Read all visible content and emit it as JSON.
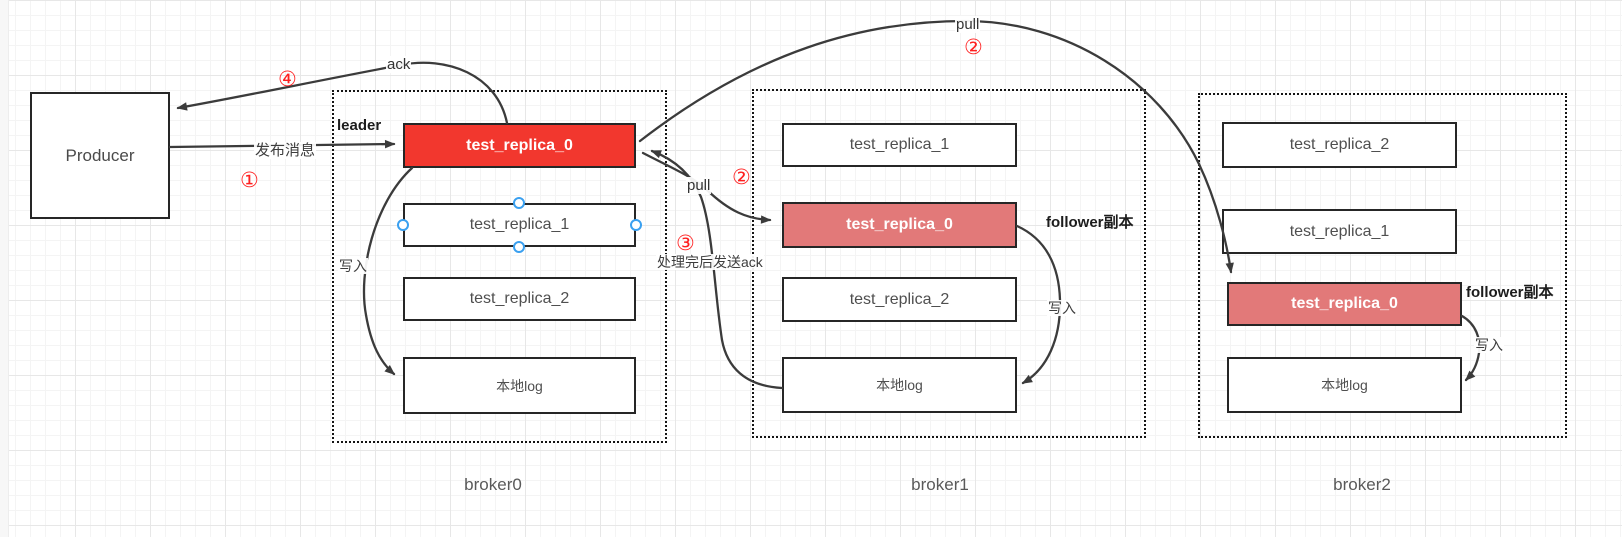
{
  "colors": {
    "leader_fill": "#f2372e",
    "follower_fill": "#e27979",
    "annotation_red": "#ff2020",
    "wire_stroke": "#3b3b3b"
  },
  "producer": {
    "label": "Producer"
  },
  "labels": {
    "leader": "leader",
    "follower_b1": "follower副本",
    "follower_b2": "follower副本",
    "publish": "发布消息",
    "ack": "ack",
    "pull_b1": "pull",
    "pull_b2": "pull",
    "process_ack": "处理完后发送ack",
    "write_b0": "写入",
    "write_b1": "写入",
    "write_b2": "写入",
    "step1": "①",
    "step2_b1": "②",
    "step2_b2": "②",
    "step3": "③",
    "step4": "④"
  },
  "brokers": [
    {
      "name": "broker0",
      "replicas": [
        "test_replica_0",
        "test_replica_1",
        "test_replica_2"
      ],
      "log": "本地log"
    },
    {
      "name": "broker1",
      "replicas": [
        "test_replica_1",
        "test_replica_0",
        "test_replica_2"
      ],
      "log": "本地log"
    },
    {
      "name": "broker2",
      "replicas": [
        "test_replica_2",
        "test_replica_1",
        "test_replica_0"
      ],
      "log": "本地log"
    }
  ]
}
